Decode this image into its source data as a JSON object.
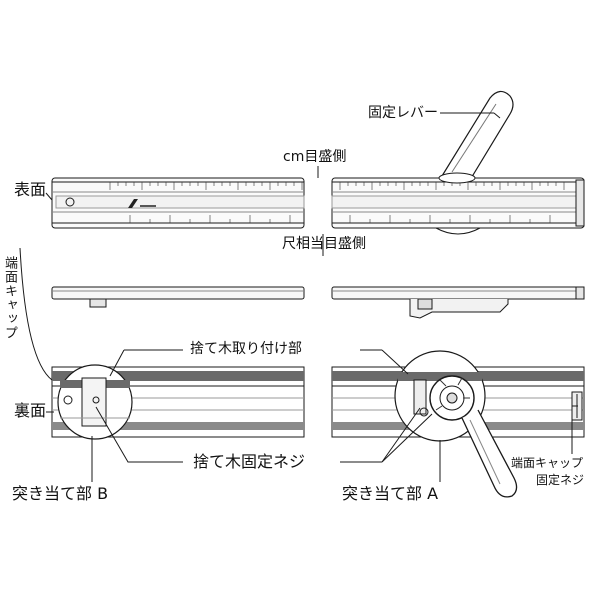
{
  "labels": {
    "omote": "表面",
    "ura": "裏面",
    "cm_side": "cm目盛側",
    "shaku_side": "尺相当目盛側",
    "kotei_lever": "固定レバー",
    "tanmen_cap_vertical": "端面キャップ",
    "sutegi_toritsuke": "捨て木取り付け部",
    "sutegi_kotei_neji": "捨て木固定ネジ",
    "tsukiate_b": "突き当て部 B",
    "tsukiate_a": "突き当て部 A",
    "tanmen_cap_neji_1": "端面キャップ",
    "tanmen_cap_neji_2": "固定ネジ"
  },
  "colors": {
    "line": "#1a1a1a",
    "rail_dark": "#5a5a5a",
    "rail_light": "#d4d4d4"
  }
}
